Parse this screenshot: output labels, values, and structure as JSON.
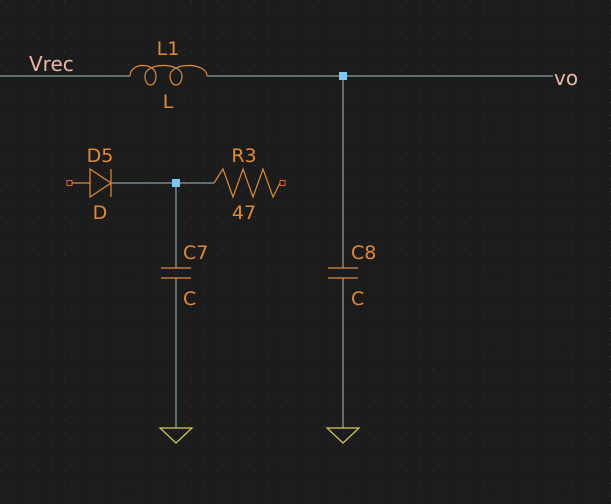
{
  "nets": {
    "input": "Vrec",
    "output": "vo"
  },
  "components": {
    "L1": {
      "ref": "L1",
      "value": "L"
    },
    "D5": {
      "ref": "D5",
      "value": "D"
    },
    "R3": {
      "ref": "R3",
      "value": "47"
    },
    "C7": {
      "ref": "C7",
      "value": "C"
    },
    "C8": {
      "ref": "C8",
      "value": "C"
    }
  },
  "colors": {
    "background": "#1c1c1c",
    "wire": "#9fc0c6",
    "component": "#e08a3c",
    "net_label": "#e8b8a8",
    "junction": "#7fc6f2",
    "ground": "#d8c85a"
  }
}
